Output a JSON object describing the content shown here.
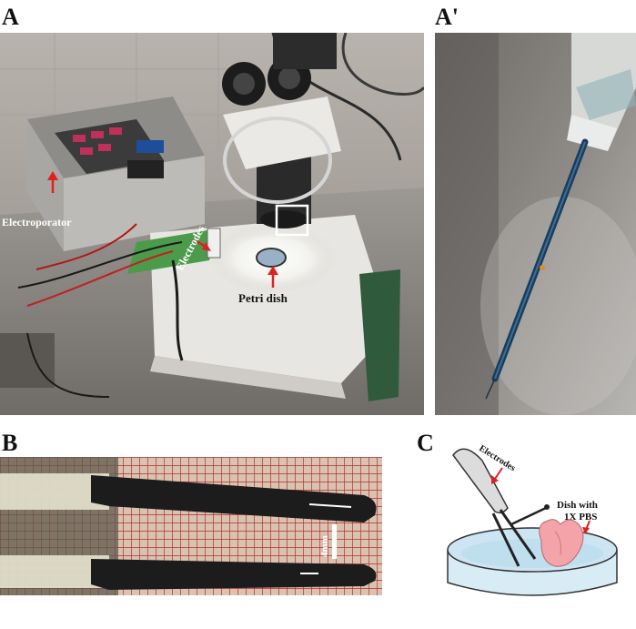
{
  "panels": {
    "a": {
      "letter": "A",
      "labels": {
        "electroporator": "Electroporator",
        "electrodes": "Electrodes",
        "petri_dish": "Petri dish"
      }
    },
    "a_prime": {
      "letter": "A'"
    },
    "b": {
      "letter": "B",
      "scale_bar": "4mm"
    },
    "c": {
      "letter": "C",
      "labels": {
        "electrodes": "Electrodes",
        "dish_line1": "Dish with",
        "dish_line2": "1X PBS"
      }
    }
  },
  "colors": {
    "arrow": "#e02020",
    "dish": "#cfe6f2",
    "heart": "#f4a4a8",
    "electrode_tip": "#1a3d5c"
  }
}
